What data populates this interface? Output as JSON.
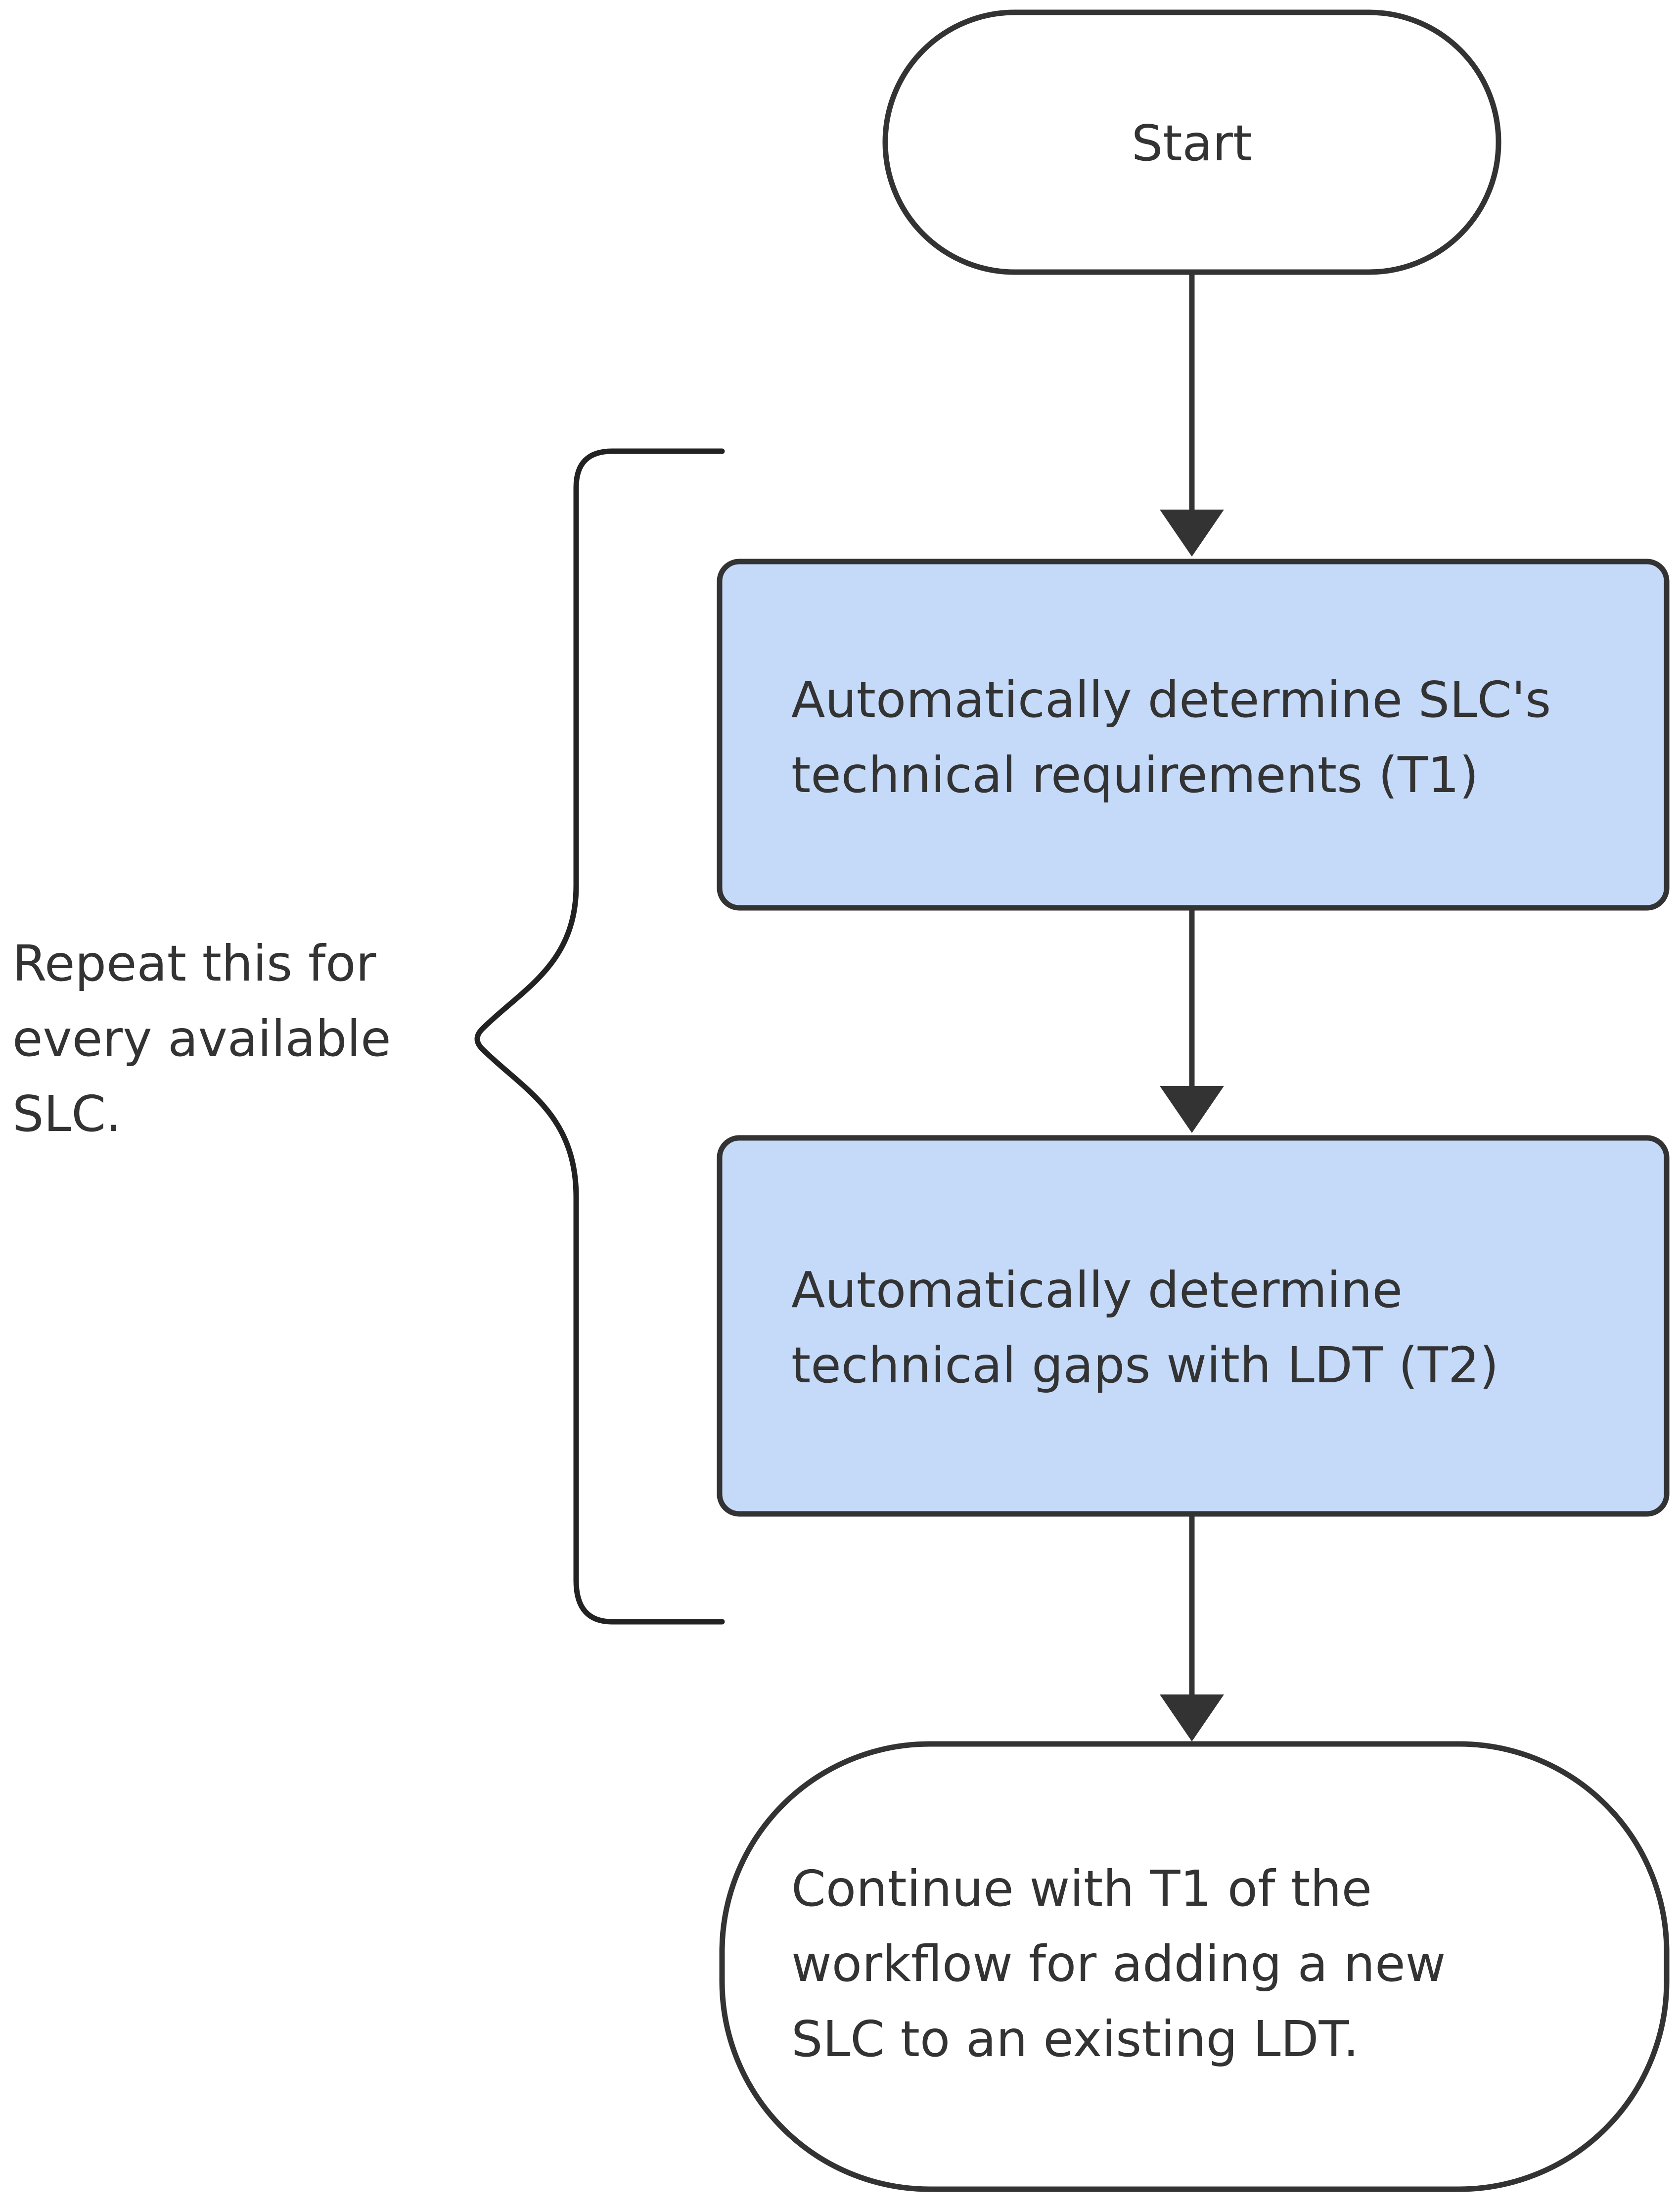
{
  "nodes": {
    "start": {
      "text": "Start"
    },
    "step_t1": {
      "text": "Automatically determine SLC's\ntechnical requirements (T1)"
    },
    "step_t2": {
      "text": "Automatically determine\ntechnical gaps with LDT (T2)"
    },
    "end": {
      "text": "Continue with T1 of the\nworkflow for adding a new\nSLC to an existing LDT."
    }
  },
  "annotation": {
    "text": "Repeat this for\nevery available\nSLC."
  },
  "colors": {
    "process_fill": "#c5daf9",
    "terminal_fill": "#ffffff",
    "stroke": "#333333"
  }
}
